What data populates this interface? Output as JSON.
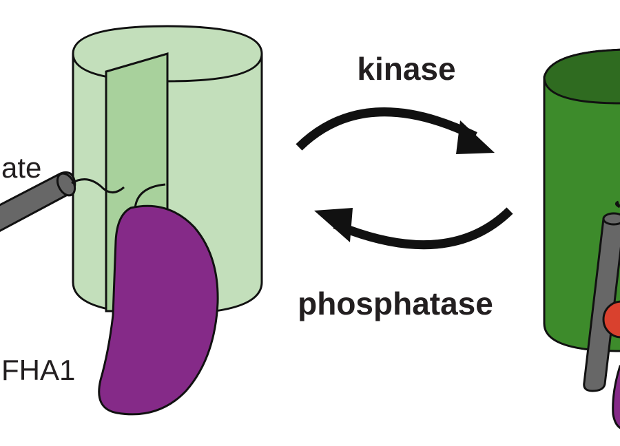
{
  "labels": {
    "substrate_fragment": "ate",
    "domain": "FHA1",
    "forward_enzyme": "kinase",
    "reverse_enzyme": "phosphatase"
  },
  "colors": {
    "inactive_cylinder": "#c3dfbb",
    "inactive_groove": "#a8d19c",
    "active_cylinder": "#3d8b2b",
    "active_top": "#2f6b20",
    "fha_domain": "#852a88",
    "substrate_rod": "#676767",
    "phosphate": "#d9412e",
    "outline": "#111111"
  },
  "icons": [
    "cylinder-inactive-icon",
    "cylinder-active-icon",
    "fha1-domain-icon",
    "substrate-rod-icon",
    "phosphate-icon",
    "forward-arrow-icon",
    "reverse-arrow-icon"
  ]
}
